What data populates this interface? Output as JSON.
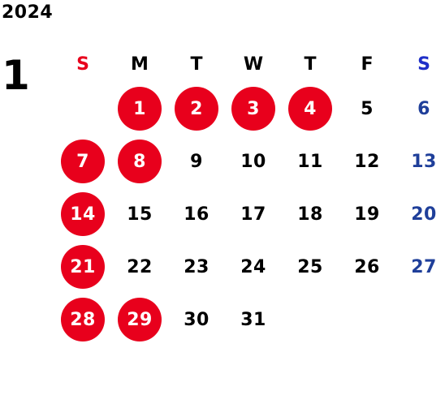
{
  "year": "2024",
  "month": "1",
  "colors": {
    "sunday_label": "#e8001c",
    "saturday_label": "#1f2fc8",
    "saturday_date": "#1f3f9a",
    "holiday_circle": "#e8001c",
    "holiday_text": "#ffffff",
    "weekday_text": "#000000"
  },
  "weekdays": [
    {
      "label": "S",
      "kind": "sun"
    },
    {
      "label": "M",
      "kind": "wk"
    },
    {
      "label": "T",
      "kind": "wk"
    },
    {
      "label": "W",
      "kind": "wk"
    },
    {
      "label": "T",
      "kind": "wk"
    },
    {
      "label": "F",
      "kind": "wk"
    },
    {
      "label": "S",
      "kind": "sat"
    }
  ],
  "first_weekday_index": 1,
  "days": [
    {
      "n": "1",
      "holiday": true
    },
    {
      "n": "2",
      "holiday": true
    },
    {
      "n": "3",
      "holiday": true
    },
    {
      "n": "4",
      "holiday": true
    },
    {
      "n": "5",
      "holiday": false
    },
    {
      "n": "6",
      "holiday": false
    },
    {
      "n": "7",
      "holiday": true
    },
    {
      "n": "8",
      "holiday": true
    },
    {
      "n": "9",
      "holiday": false
    },
    {
      "n": "10",
      "holiday": false
    },
    {
      "n": "11",
      "holiday": false
    },
    {
      "n": "12",
      "holiday": false
    },
    {
      "n": "13",
      "holiday": false
    },
    {
      "n": "14",
      "holiday": true
    },
    {
      "n": "15",
      "holiday": false
    },
    {
      "n": "16",
      "holiday": false
    },
    {
      "n": "17",
      "holiday": false
    },
    {
      "n": "18",
      "holiday": false
    },
    {
      "n": "19",
      "holiday": false
    },
    {
      "n": "20",
      "holiday": false
    },
    {
      "n": "21",
      "holiday": true
    },
    {
      "n": "22",
      "holiday": false
    },
    {
      "n": "23",
      "holiday": false
    },
    {
      "n": "24",
      "holiday": false
    },
    {
      "n": "25",
      "holiday": false
    },
    {
      "n": "26",
      "holiday": false
    },
    {
      "n": "27",
      "holiday": false
    },
    {
      "n": "28",
      "holiday": true
    },
    {
      "n": "29",
      "holiday": true
    },
    {
      "n": "30",
      "holiday": false
    },
    {
      "n": "31",
      "holiday": false
    }
  ]
}
